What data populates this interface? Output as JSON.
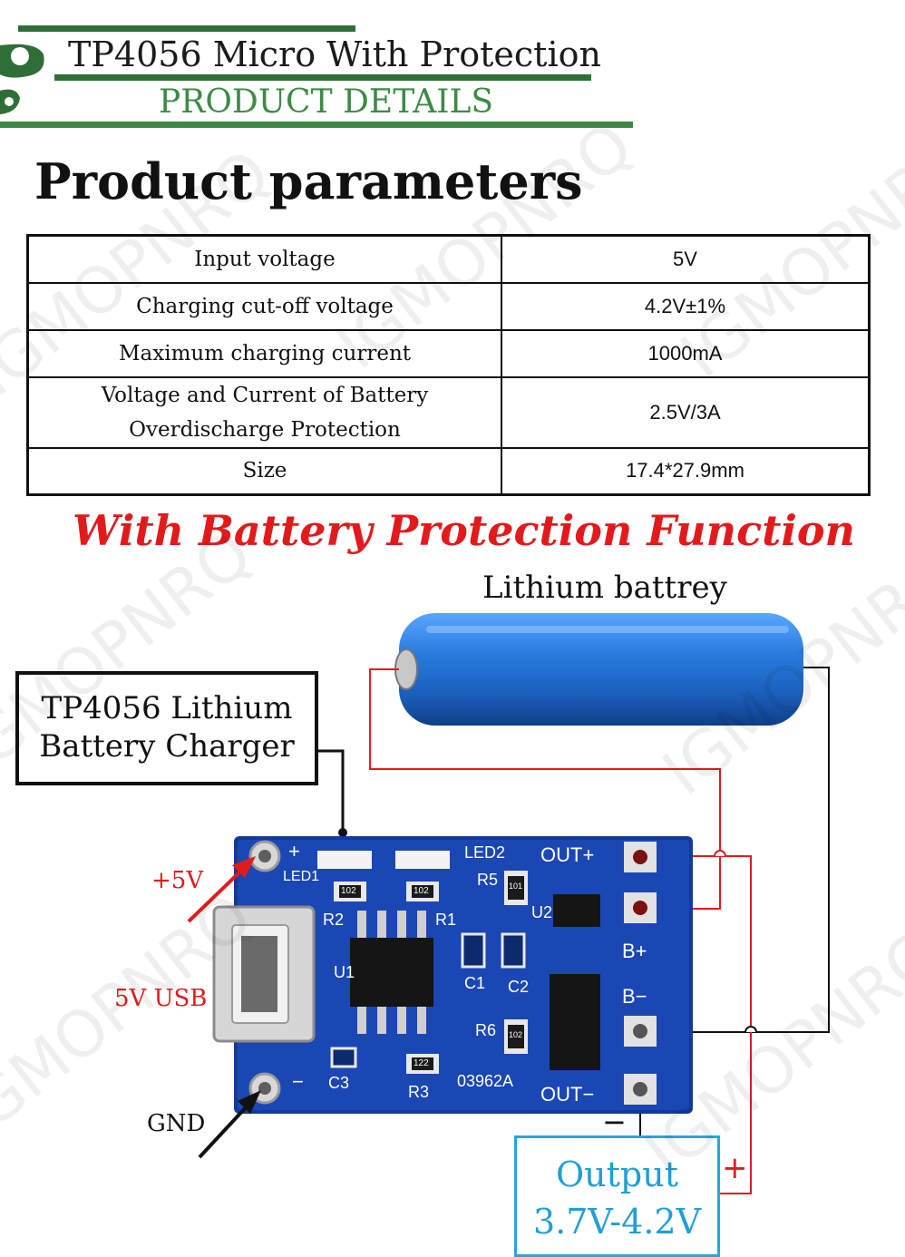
{
  "banner": {
    "title": "TP4056 Micro With Protection",
    "subtitle": "PRODUCT DETAILS"
  },
  "section_title": "Product parameters",
  "params": [
    {
      "name": "Input voltage",
      "value": "5V"
    },
    {
      "name": "Charging cut-off voltage",
      "value": "4.2V±1%"
    },
    {
      "name": "Maximum charging current",
      "value": "1000mA"
    },
    {
      "name": "Voltage and Current of Battery Overdischarge Protection",
      "value": "2.5V/3A"
    },
    {
      "name": "Size",
      "value": "17.4*27.9mm"
    }
  ],
  "protection_heading": "With Battery Protection Function",
  "battery_label": "Lithium battrey",
  "charger_label_line1": "TP4056 Lithium",
  "charger_label_line2": "Battery Charger",
  "board": {
    "pads": [
      "+",
      "LED1",
      "LED2",
      "OUT+",
      "B+",
      "B−",
      "OUT−",
      "−"
    ],
    "components": [
      "R2",
      "R1",
      "U1",
      "R5",
      "U2",
      "C1",
      "C2",
      "R6",
      "C3",
      "R3"
    ],
    "marking": "03962A",
    "resistor_codes": [
      "102",
      "102",
      "101",
      "102",
      "122"
    ]
  },
  "labels": {
    "plus5v": "+5V",
    "usb": "5V USB",
    "gnd": "GND",
    "minus_sign": "−",
    "plus_sign": "+"
  },
  "output_line1": "Output",
  "output_line2": "3.7V-4.2V",
  "watermark": "IGMOPNRQ",
  "colors": {
    "banner_green": "#3d8a45",
    "heading_red": "#e31a1c",
    "output_blue": "#1e9fd8",
    "pcb_blue": "#123a9c",
    "battery_blue": "#1f6fd0",
    "wire_red": "#e31a1c"
  }
}
